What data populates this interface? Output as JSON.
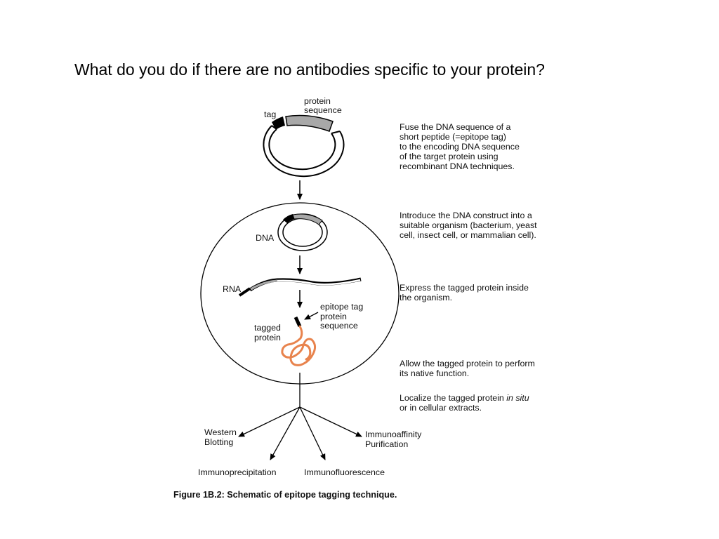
{
  "heading": "What do you do if there are no antibodies specific to your protein?",
  "plasmid": {
    "tag_label": "tag",
    "protein_label": [
      "protein",
      "sequence"
    ]
  },
  "cell": {
    "dna_label": "DNA",
    "rna_label": "RNA",
    "epitope_labels": [
      "epitope tag",
      "protein",
      "sequence"
    ],
    "tagged_protein_label": [
      "tagged",
      "protein"
    ]
  },
  "steps": [
    {
      "lines": [
        "Fuse the DNA sequence of a",
        "short peptide (=epitope tag)",
        "to the encoding DNA sequence",
        "of the target protein using",
        "recombinant DNA techniques."
      ]
    },
    {
      "lines": [
        "Introduce the DNA construct into a",
        "suitable organism (bacterium, yeast",
        "cell, insect cell, or mammalian cell)."
      ]
    },
    {
      "lines": [
        "Express the tagged protein inside",
        "the organism."
      ]
    },
    {
      "lines": [
        "Allow the tagged protein to perform",
        "its native function."
      ]
    }
  ],
  "localize": {
    "line1_prefix": "Localize the tagged protein ",
    "line1_italic": "in situ",
    "line2": "or in cellular extracts."
  },
  "applications": {
    "western": [
      "Western",
      "Blotting"
    ],
    "immunoprecipitation": "Immunoprecipitation",
    "immunofluorescence": "Immunofluorescence",
    "immunoaffinity": [
      "Immunoaffinity",
      "Purification"
    ]
  },
  "caption": "Figure 1B.2: Schematic of epitope tagging technique.",
  "colors": {
    "protein_segment": "#a8a8a8",
    "tag": "#000000",
    "coil": "#e8834d",
    "line": "#000000"
  }
}
